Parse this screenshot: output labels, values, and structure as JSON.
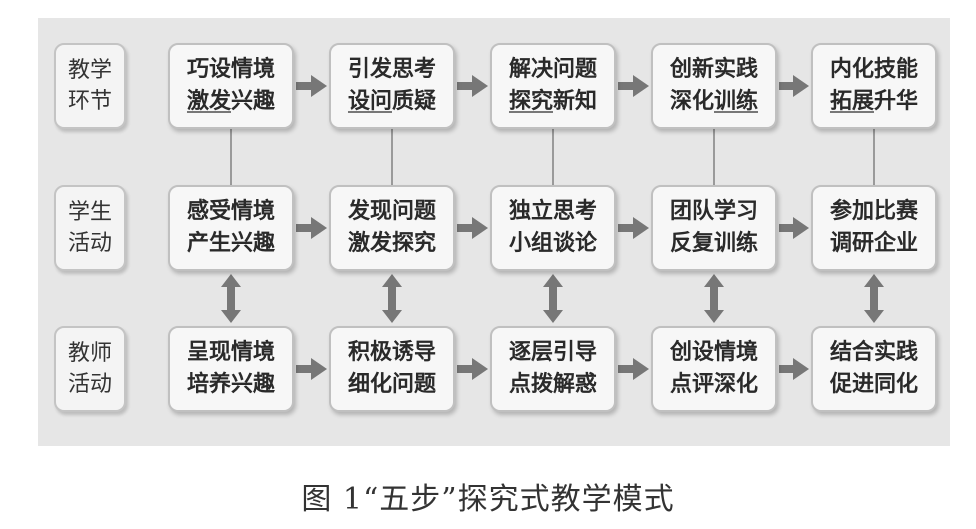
{
  "rows": [
    {
      "label": [
        "教学",
        "环节"
      ],
      "stages": [
        {
          "lines": [
            [
              "巧设情境"
            ],
            [
              "激发",
              "兴趣"
            ]
          ]
        },
        {
          "lines": [
            [
              "引发思考"
            ],
            [
              "设问",
              "质疑"
            ]
          ]
        },
        {
          "lines": [
            [
              "解决问题"
            ],
            [
              "探究",
              "新知"
            ]
          ]
        },
        {
          "lines": [
            [
              "创新实践"
            ],
            [
              "深化",
              "训练"
            ]
          ]
        },
        {
          "lines": [
            [
              "内化技能"
            ],
            [
              "拓展",
              "升华"
            ]
          ]
        }
      ]
    },
    {
      "label": [
        "学生",
        "活动"
      ],
      "stages": [
        {
          "lines": [
            [
              "感受情境"
            ],
            [
              "产生兴趣"
            ]
          ]
        },
        {
          "lines": [
            [
              "发现问题"
            ],
            [
              "激发探究"
            ]
          ]
        },
        {
          "lines": [
            [
              "独立思考"
            ],
            [
              "小组谈论"
            ]
          ]
        },
        {
          "lines": [
            [
              "团队学习"
            ],
            [
              "反复训练"
            ]
          ]
        },
        {
          "lines": [
            [
              "参加比赛"
            ],
            [
              "调研企业"
            ]
          ]
        }
      ]
    },
    {
      "label": [
        "教师",
        "活动"
      ],
      "stages": [
        {
          "lines": [
            [
              "呈现情境"
            ],
            [
              "培养兴趣"
            ]
          ]
        },
        {
          "lines": [
            [
              "积极诱导"
            ],
            [
              "细化问题"
            ]
          ]
        },
        {
          "lines": [
            [
              "逐层引导"
            ],
            [
              "点拨解惑"
            ]
          ]
        },
        {
          "lines": [
            [
              "创设情境"
            ],
            [
              "点评深化"
            ]
          ]
        },
        {
          "lines": [
            [
              "结合实践"
            ],
            [
              "促进同化"
            ]
          ]
        }
      ]
    }
  ],
  "emphasis": [
    [
      [
        0,
        1,
        0
      ],
      [
        1,
        1,
        0
      ],
      [
        2,
        1,
        0
      ],
      [
        3,
        1,
        1
      ],
      [
        4,
        1,
        0
      ]
    ]
  ],
  "caption": "图 1“五步”探究式教学模式",
  "colors": {
    "panel": "#e6e6e6",
    "box": "#f7f7f7",
    "border": "#c0c0c0",
    "arrow": "#777777",
    "text": "#2a2a2a"
  }
}
